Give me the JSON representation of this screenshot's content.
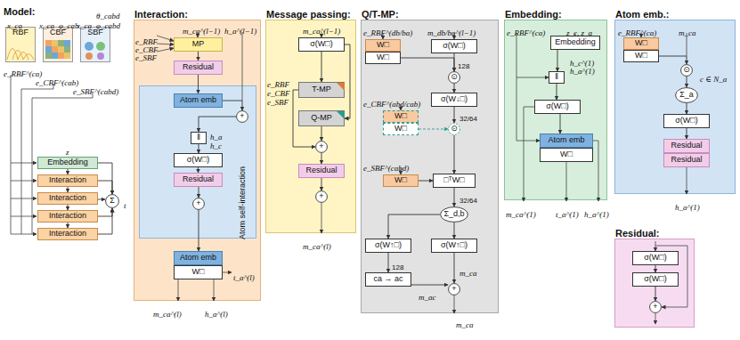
{
  "diagram": {
    "nodes": [
      {
        "text": [
          "RBF"
        ]
      },
      {
        "text": [
          "CBF"
        ]
      },
      {
        "text": [
          "SBF"
        ]
      },
      {
        "text": [
          "Embedding"
        ]
      },
      {
        "text": [
          "Interaction"
        ]
      },
      {
        "text": [
          "Interaction"
        ]
      },
      {
        "text": [
          "Interaction"
        ]
      },
      {
        "text": [
          "Interaction"
        ]
      },
      {
        "text": [
          "Σ"
        ]
      },
      {
        "text": [
          "Interaction:"
        ]
      },
      {
        "text": [
          "MP"
        ],
        "in": 9
      },
      {
        "text": [
          "Residual"
        ],
        "in": 9
      },
      {
        "text": [
          "Atom self-interaction"
        ],
        "in": 9
      },
      {
        "text": [
          "Atom emb"
        ],
        "in": 12
      },
      {
        "text": [
          "+"
        ],
        "in": 12
      },
      {
        "text": [
          "‖"
        ],
        "in": 12
      },
      {
        "text": [
          "σ(W□)"
        ],
        "in": 12
      },
      {
        "text": [
          "Residual"
        ],
        "in": 12
      },
      {
        "text": [
          "+"
        ],
        "in": 12
      },
      {
        "text": [
          "Atom emb"
        ],
        "in": 9
      },
      {
        "text": [
          "W□"
        ],
        "in": 9
      },
      {
        "text": [
          "Message passing:"
        ]
      },
      {
        "text": [
          "σ(W□)"
        ],
        "in": 21
      },
      {
        "text": [
          "T-MP"
        ],
        "in": 21
      },
      {
        "text": [
          "Q-MP"
        ],
        "in": 21
      },
      {
        "text": [
          "+"
        ],
        "in": 21
      },
      {
        "text": [
          "Residual"
        ],
        "in": 21
      },
      {
        "text": [
          "+"
        ],
        "in": 21
      },
      {
        "text": [
          "Q/T-MP:"
        ]
      },
      {
        "text": [
          "W□"
        ],
        "in": 28
      },
      {
        "text": [
          "W□"
        ],
        "in": 28
      },
      {
        "text": [
          "σ(W□)"
        ],
        "in": 28
      },
      {
        "text": [
          "⊙"
        ],
        "in": 28
      },
      {
        "text": [
          "σ(W↓□)"
        ],
        "in": 28
      },
      {
        "text": [
          "W□"
        ],
        "in": 28
      },
      {
        "text": [
          "W□"
        ],
        "in": 28
      },
      {
        "text": [
          "⊙"
        ],
        "in": 28
      },
      {
        "text": [
          "W□"
        ],
        "in": 28
      },
      {
        "text": [
          "□ᵀW□"
        ],
        "in": 28
      },
      {
        "text": [
          "Σ_d,b"
        ],
        "in": 28
      },
      {
        "text": [
          "σ(W↑□)"
        ],
        "in": 28
      },
      {
        "text": [
          "σ(W↑□)"
        ],
        "in": 28
      },
      {
        "text": [
          "ca → ac"
        ],
        "in": 28
      },
      {
        "text": [
          "+"
        ],
        "in": 28
      },
      {
        "text": [
          "Embedding:"
        ]
      },
      {
        "text": [
          "Embedding"
        ],
        "in": 44
      },
      {
        "text": [
          "‖"
        ],
        "in": 44
      },
      {
        "text": [
          "σ(W□)"
        ],
        "in": 44
      },
      {
        "text": [
          "Atom emb"
        ],
        "in": 44
      },
      {
        "text": [
          "W□"
        ],
        "in": 44
      },
      {
        "text": [
          "Residual:"
        ]
      },
      {
        "text": [
          "σ(W□)"
        ],
        "in": 50
      },
      {
        "text": [
          "σ(W□)"
        ],
        "in": 50
      },
      {
        "text": [
          "+"
        ],
        "in": 50
      },
      {
        "text": [
          "Atom emb.:"
        ]
      },
      {
        "text": [
          "W□"
        ],
        "in": 54
      },
      {
        "text": [
          "W□"
        ],
        "in": 54
      },
      {
        "text": [
          "⊙"
        ],
        "in": 54
      },
      {
        "text": [
          "Σ_a"
        ],
        "in": 54
      },
      {
        "text": [
          "σ(W□)"
        ],
        "in": 54
      },
      {
        "text": [
          "Residual"
        ],
        "in": 54
      },
      {
        "text": [
          "Residual"
        ],
        "in": 54
      }
    ],
    "edges": [
      {
        "from": 3,
        "to": 4,
        "arrow": "to"
      },
      {
        "from": 4,
        "to": 5,
        "arrow": "to"
      },
      {
        "from": 5,
        "to": 6,
        "arrow": "to"
      },
      {
        "from": 6,
        "to": 7,
        "arrow": "to"
      },
      {
        "from": 3,
        "to": 8,
        "arrow": "to"
      },
      {
        "from": 4,
        "to": 8,
        "arrow": "to"
      },
      {
        "from": 5,
        "to": 8,
        "arrow": "to"
      },
      {
        "from": 6,
        "to": 8,
        "arrow": "to"
      },
      {
        "from": 7,
        "to": 8,
        "arrow": "to"
      },
      {
        "from": 10,
        "to": 11,
        "arrow": "to"
      },
      {
        "from": 11,
        "to": 13,
        "arrow": "to"
      },
      {
        "from": 13,
        "to": 14,
        "arrow": "to"
      },
      {
        "from": 14,
        "to": 15,
        "arrow": "to"
      },
      {
        "from": 15,
        "to": 16,
        "arrow": "to"
      },
      {
        "from": 16,
        "to": 17,
        "arrow": "to"
      },
      {
        "from": 17,
        "to": 18,
        "arrow": "to"
      },
      {
        "from": 18,
        "to": 19,
        "arrow": "to"
      },
      {
        "from": 22,
        "to": 23,
        "arrow": "to"
      },
      {
        "from": 22,
        "to": 24,
        "arrow": "to"
      },
      {
        "from": 23,
        "to": 25,
        "arrow": "to"
      },
      {
        "from": 24,
        "to": 25,
        "arrow": "to"
      },
      {
        "from": 25,
        "to": 26,
        "arrow": "to"
      },
      {
        "from": 26,
        "to": 27,
        "arrow": "to"
      },
      {
        "from": 30,
        "to": 32,
        "arrow": "to"
      },
      {
        "from": 31,
        "to": 32,
        "arrow": "to"
      },
      {
        "from": 32,
        "to": 33,
        "arrow": "to"
      },
      {
        "from": 33,
        "to": 36,
        "arrow": "to"
      },
      {
        "from": 35,
        "to": 36,
        "arrow": "to"
      },
      {
        "from": 37,
        "to": 38,
        "arrow": "to"
      },
      {
        "from": 36,
        "to": 38,
        "arrow": "to"
      },
      {
        "from": 38,
        "to": 39,
        "arrow": "to"
      },
      {
        "from": 39,
        "to": 40,
        "arrow": "to"
      },
      {
        "from": 39,
        "to": 41,
        "arrow": "to"
      },
      {
        "from": 40,
        "to": 42,
        "arrow": "to"
      },
      {
        "from": 42,
        "to": 43,
        "arrow": "to"
      },
      {
        "from": 41,
        "to": 43,
        "arrow": "to"
      },
      {
        "from": 45,
        "to": 46,
        "arrow": "to"
      },
      {
        "from": 46,
        "to": 47,
        "arrow": "to"
      },
      {
        "from": 47,
        "to": 48,
        "arrow": "to"
      },
      {
        "from": 51,
        "to": 52,
        "arrow": "to"
      },
      {
        "from": 52,
        "to": 53,
        "arrow": "to"
      },
      {
        "from": 56,
        "to": 57,
        "arrow": "to"
      },
      {
        "from": 57,
        "to": 58,
        "arrow": "to"
      },
      {
        "from": 58,
        "to": 59,
        "arrow": "to"
      },
      {
        "from": 59,
        "to": 60,
        "arrow": "to"
      }
    ],
    "labels": [
      "Model:",
      "x_ca",
      "x_ca",
      "φ_cab",
      "x_ca",
      "φ_cabd",
      "θ_cabd",
      "e_RBF^(ca)",
      "e_CBF^(cab)",
      "e_SBF^(cabd)",
      "z",
      "t",
      "m_ca^(l−1)",
      "h_a^(l−1)",
      "e_RBF",
      "e_CBF",
      "e_SBF",
      "h_a",
      "h_c",
      "t_a^(l)",
      "m_ca^(l)",
      "h_a^(l)",
      "m_ca^(l−1)",
      "e_RBF",
      "e_CBF",
      "e_SBF",
      "m_ca^(l)",
      "e_RBF^(db/ba)",
      "m_db/ba^(l−1)",
      "128",
      "32/64",
      "e_CBF^(abd/cab)",
      "e_SBF^(cabd)",
      "32/64",
      "128",
      "m_ca",
      "m_ac",
      "m_ca",
      "e_RBF^(ca)",
      "z_c, z_a",
      "h_c^(1)",
      "h_a^(1)",
      "m_ca^(1)",
      "t_a^(1)",
      "h_a^(1)",
      "e_RBF^(ca)",
      "m_ca",
      "c ∈ N_a",
      "h_a^(1)"
    ]
  }
}
